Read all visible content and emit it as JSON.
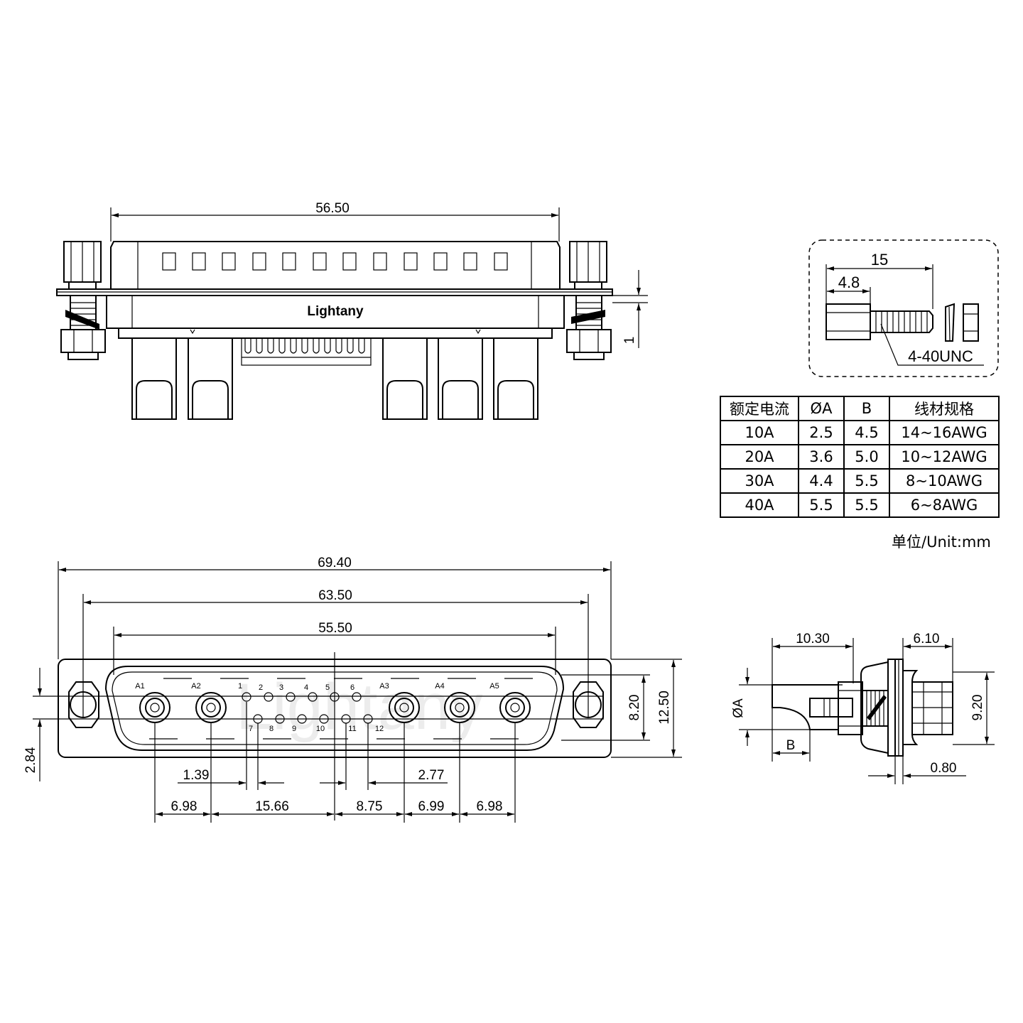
{
  "top_view": {
    "brand": "Lightany",
    "dims": {
      "width": "56.50",
      "flange": "1"
    }
  },
  "front_view": {
    "dims": {
      "overall": "69.40",
      "mount_holes": "63.50",
      "shell": "55.50",
      "height_outer": "12.50",
      "height_inner": "8.20",
      "hole_offset": "2.84",
      "sig_offset_1": "1.39",
      "sig_offset_2": "2.77",
      "pitch_1": "6.98",
      "pitch_2": "15.66",
      "pitch_3": "8.75",
      "pitch_4": "6.99",
      "pitch_5": "6.98"
    },
    "power_pins": [
      "A1",
      "A2",
      "A3",
      "A4",
      "A5"
    ],
    "signal_pins_top": [
      "1",
      "2",
      "3",
      "4",
      "5",
      "6"
    ],
    "signal_pins_bottom": [
      "7",
      "8",
      "9",
      "10",
      "11",
      "12"
    ],
    "watermark": "Lightany"
  },
  "side_view": {
    "dims": {
      "depth": "10.30",
      "nut_width": "6.10",
      "height": "9.20",
      "flange": "0.80",
      "dia": "ØA",
      "b": "B"
    }
  },
  "screw_detail": {
    "dims": {
      "length": "15",
      "head": "4.8"
    },
    "thread": "4-40UNC"
  },
  "spec_table": {
    "headers": [
      "额定电流",
      "ØA",
      "B",
      "线材规格"
    ],
    "rows": [
      [
        "10A",
        "2.5",
        "4.5",
        "14~16AWG"
      ],
      [
        "20A",
        "3.6",
        "5.0",
        "10~12AWG"
      ],
      [
        "30A",
        "4.4",
        "5.5",
        "8~10AWG"
      ],
      [
        "40A",
        "5.5",
        "5.5",
        "6~8AWG"
      ]
    ]
  },
  "unit_note": "单位/Unit:mm"
}
